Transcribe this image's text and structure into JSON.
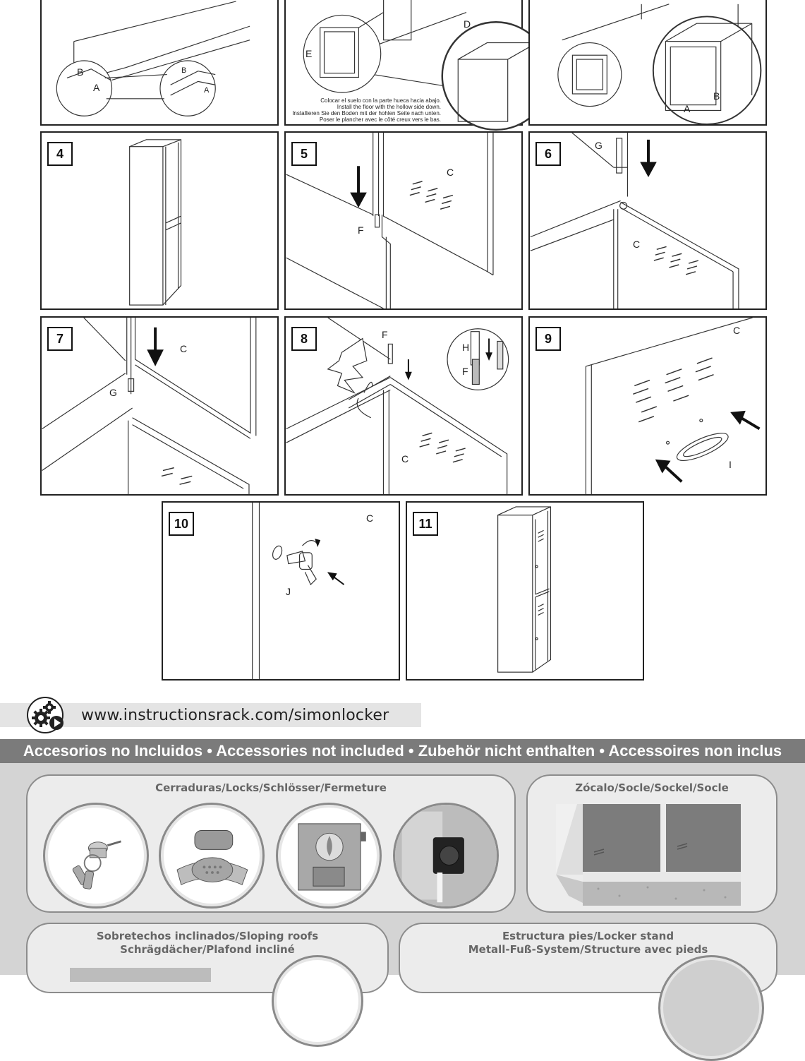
{
  "steps": [
    {
      "number": "",
      "labels": [
        "B",
        "A",
        "B",
        "A"
      ]
    },
    {
      "number": "",
      "labels": [
        "D",
        "E"
      ],
      "note": [
        "Colocar el suelo con la parte hueca hacia abajo.",
        "Install the floor with the hollow side down.",
        "Installieren Sie den Boden mit der hohlen Seite nach unten.",
        "Poser le plancher avec le côté creux vers le bas."
      ]
    },
    {
      "number": "",
      "labels": [
        "A",
        "B"
      ]
    },
    {
      "number": "4",
      "labels": []
    },
    {
      "number": "5",
      "labels": [
        "C",
        "F"
      ]
    },
    {
      "number": "6",
      "labels": [
        "G",
        "C"
      ]
    },
    {
      "number": "7",
      "labels": [
        "C",
        "G"
      ]
    },
    {
      "number": "8",
      "labels": [
        "F",
        "H",
        "F",
        "C"
      ]
    },
    {
      "number": "9",
      "labels": [
        "C",
        "I"
      ]
    },
    {
      "number": "10",
      "labels": [
        "C",
        "J"
      ]
    },
    {
      "number": "11",
      "labels": []
    }
  ],
  "website": {
    "url": "www.instructionsrack.com/simonlocker",
    "icon": "gears-play-icon"
  },
  "accessories": {
    "banner": "Accesorios no Incluidos • Accessories not included • Zubehör nicht enthalten • Accessoires non inclus",
    "locks": {
      "title": "Cerraduras/Locks/Schlösser/Fermeture",
      "images": [
        "key-lock-icon",
        "padlock-hasp-icon",
        "coin-lock-icon",
        "combination-lock-icon"
      ]
    },
    "plinth": {
      "title": "Zócalo/Socle/Sockel/Socle"
    },
    "roofs": {
      "title_line1": "Sobretechos inclinados/Sloping roofs",
      "title_line2": "Schrägdächer/Plafond incliné"
    },
    "stand": {
      "title_line1": "Estructura pies/Locker stand",
      "title_line2": "Metall-Fuß-System/Structure avec pieds"
    }
  },
  "colors": {
    "banner": "#7b7b7b",
    "accessory_bg": "#d4d4d4",
    "url_bar": "#e4e4e4"
  }
}
